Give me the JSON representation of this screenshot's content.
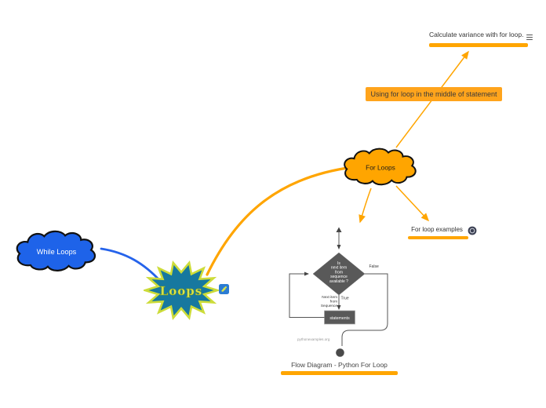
{
  "colors": {
    "accent_orange": "#FFA500",
    "topic_box_orange": "#FFA41C",
    "while_cloud_blue": "#1E63E9",
    "connector_blue": "#2563EB",
    "loops_fill_teal": "#17789F",
    "loops_border_green": "#CDDC39",
    "flowchart_gray": "#595959"
  },
  "nodes": {
    "calc_variance": {
      "label": "Calculate variance with for loop."
    },
    "using_for_loop": {
      "label": "Using for loop in the middle of statement"
    },
    "for_loops": {
      "label": "For Loops"
    },
    "while_loops": {
      "label": "While Loops"
    },
    "loops": {
      "label": "Loops"
    },
    "for_loop_examples": {
      "label": "For loop examples"
    },
    "flow_diagram_caption": {
      "label": "Flow Diagram - Python For Loop"
    }
  },
  "flowchart": {
    "condition_lines": [
      "Is",
      "next item",
      "from",
      "sequence",
      "available ?"
    ],
    "false_label": "False",
    "true_label": "True",
    "action_lines": [
      "Next item",
      "from",
      "Sequence"
    ],
    "statements_label": "statements",
    "watermark": "pythonexamples.org"
  }
}
